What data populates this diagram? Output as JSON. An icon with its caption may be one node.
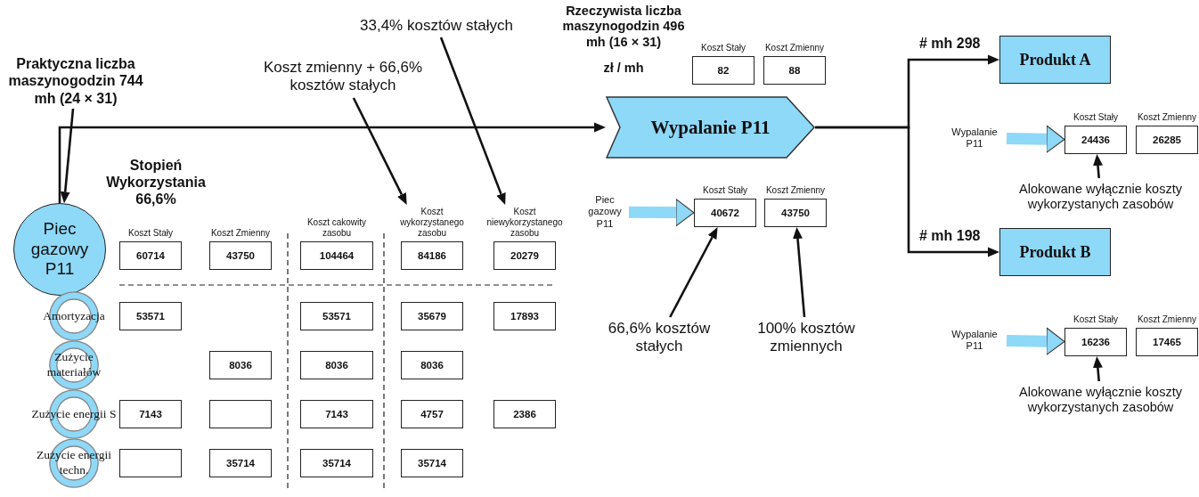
{
  "diagram": {
    "nodes": [
      {
        "text": [
          "Praktyczna liczba maszynogodzin 744 mh (24 × 31)"
        ]
      },
      {
        "text": [
          "Piec gazowy P11"
        ]
      },
      {
        "text": [
          "Koszt Stały",
          "60714"
        ]
      },
      {
        "text": [
          "Koszt Zmienny",
          "43750"
        ]
      },
      {
        "text": [
          "Koszt cakowity zasobu",
          "104464"
        ]
      },
      {
        "text": [
          "Koszt wykorzystanego zasobu",
          "84186"
        ]
      },
      {
        "text": [
          "Koszt niewykorzystanego zasobu",
          "20279"
        ]
      },
      {
        "text": [
          "Amortyzacja"
        ]
      },
      {
        "text": [
          "53571"
        ]
      },
      {
        "text": [
          "53571"
        ]
      },
      {
        "text": [
          "35679"
        ]
      },
      {
        "text": [
          "17893"
        ]
      },
      {
        "text": [
          "Zużycie materiałów"
        ]
      },
      {
        "text": [
          "8036"
        ]
      },
      {
        "text": [
          "8036"
        ]
      },
      {
        "text": [
          "8036"
        ]
      },
      {
        "text": [
          "Zużycie energii S"
        ]
      },
      {
        "text": [
          "7143"
        ]
      },
      {
        "text": [],
        "shape": "box"
      },
      {
        "text": [
          "7143"
        ]
      },
      {
        "text": [
          "4757"
        ]
      },
      {
        "text": [
          "2386"
        ]
      },
      {
        "text": [
          "Zużycie energii techn."
        ]
      },
      {
        "text": [],
        "shape": "box"
      },
      {
        "text": [
          "35714"
        ]
      },
      {
        "text": [
          "35714"
        ]
      },
      {
        "text": [
          "35714"
        ]
      },
      {
        "text": [
          "33,4% kosztów stałych"
        ]
      },
      {
        "text": [
          "Koszt zmienny + 66,6% kosztów stałych"
        ]
      },
      {
        "text": [
          "Wypalanie P11"
        ]
      },
      {
        "text": [
          "Koszt Stały",
          "82"
        ]
      },
      {
        "text": [
          "Koszt Zmienny",
          "88"
        ]
      },
      {
        "text": [
          "Piec gazowy P11"
        ]
      },
      {
        "text": [
          "Koszt Stały",
          "40672"
        ]
      },
      {
        "text": [
          "Koszt Zmienny",
          "43750"
        ]
      },
      {
        "text": [
          "66,6% kosztów stałych"
        ]
      },
      {
        "text": [
          "100% kosztów zmiennych"
        ]
      },
      {
        "text": [
          "Produkt A"
        ]
      },
      {
        "text": [
          "Wypalanie P11"
        ]
      },
      {
        "text": [
          "Koszt Stały",
          "24436"
        ]
      },
      {
        "text": [
          "Koszt Zmienny",
          "26285"
        ]
      },
      {
        "text": [
          "Alokowane wyłącznie koszty wykorzystanych zasobów"
        ]
      },
      {
        "text": [
          "Produkt B"
        ]
      },
      {
        "text": [
          "Wypalanie P11"
        ]
      },
      {
        "text": [
          "Koszt Stały",
          "16236"
        ]
      },
      {
        "text": [
          "Koszt Zmienny",
          "17465"
        ]
      },
      {
        "text": [
          "Alokowane wyłącznie koszty wykorzystanych zasobów"
        ]
      }
    ],
    "edges": [
      {
        "from": 0,
        "to": 1,
        "arrow": "to"
      },
      {
        "from": 1,
        "to": 29,
        "arrow": "to"
      },
      {
        "from": 28,
        "to": 5,
        "arrow": "to"
      },
      {
        "from": 27,
        "to": 6,
        "arrow": "to"
      },
      {
        "from": 32,
        "to": 33,
        "arrow": "to",
        "style": "thick",
        "color": "#8ed8f8"
      },
      {
        "from": 35,
        "to": 33,
        "arrow": "to"
      },
      {
        "from": 36,
        "to": 34,
        "arrow": "to"
      },
      {
        "from": 29,
        "to": 37,
        "arrow": "to",
        "label": "# mh 298"
      },
      {
        "from": 29,
        "to": 42,
        "arrow": "to",
        "label": "# mh 198"
      },
      {
        "from": 38,
        "to": 39,
        "arrow": "to",
        "style": "thick",
        "color": "#8ed8f8"
      },
      {
        "from": 41,
        "to": 39,
        "arrow": "to"
      },
      {
        "from": 43,
        "to": 44,
        "arrow": "to",
        "style": "thick",
        "color": "#8ed8f8"
      },
      {
        "from": 46,
        "to": 44,
        "arrow": "to"
      }
    ],
    "labels": [
      "Rzeczywista liczba maszynogodzin 496 mh (16 × 31)",
      "zł / mh",
      "Stopień Wykorzystania 66,6%"
    ]
  }
}
